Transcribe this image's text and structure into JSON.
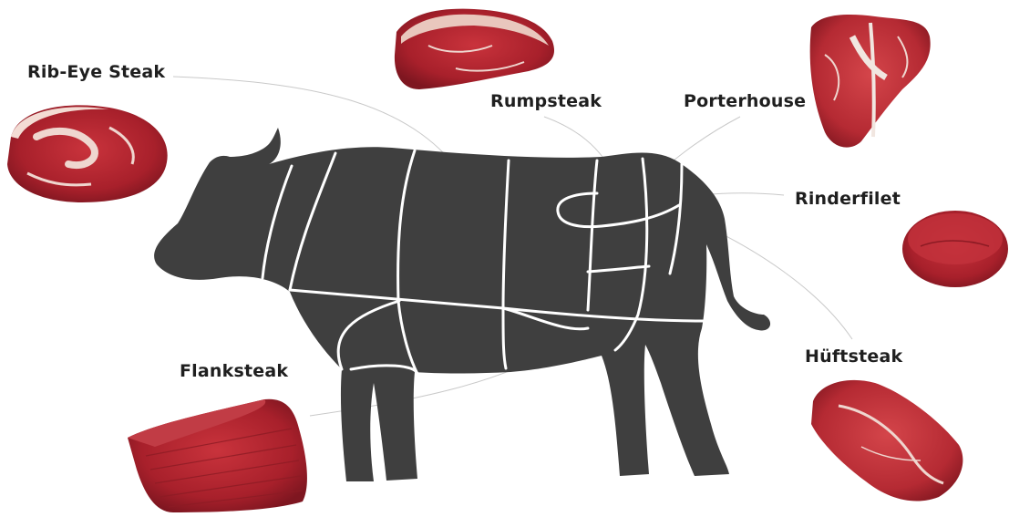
{
  "colors": {
    "cow": "#3f3f3f",
    "cut_lines": "#ffffff",
    "leader_lines": "#c9c9c9",
    "label_text": "#1f1f1f",
    "meat_red": "#b3202c",
    "meat_fat": "#efd6cf"
  },
  "cuts": [
    {
      "id": "ribeye",
      "label": "Rib-Eye Steak"
    },
    {
      "id": "rump",
      "label": "Rumpsteak"
    },
    {
      "id": "porter",
      "label": "Porterhouse"
    },
    {
      "id": "filet",
      "label": "Rinderfilet"
    },
    {
      "id": "huft",
      "label": "Hüftsteak"
    },
    {
      "id": "flank",
      "label": "Flanksteak"
    }
  ]
}
